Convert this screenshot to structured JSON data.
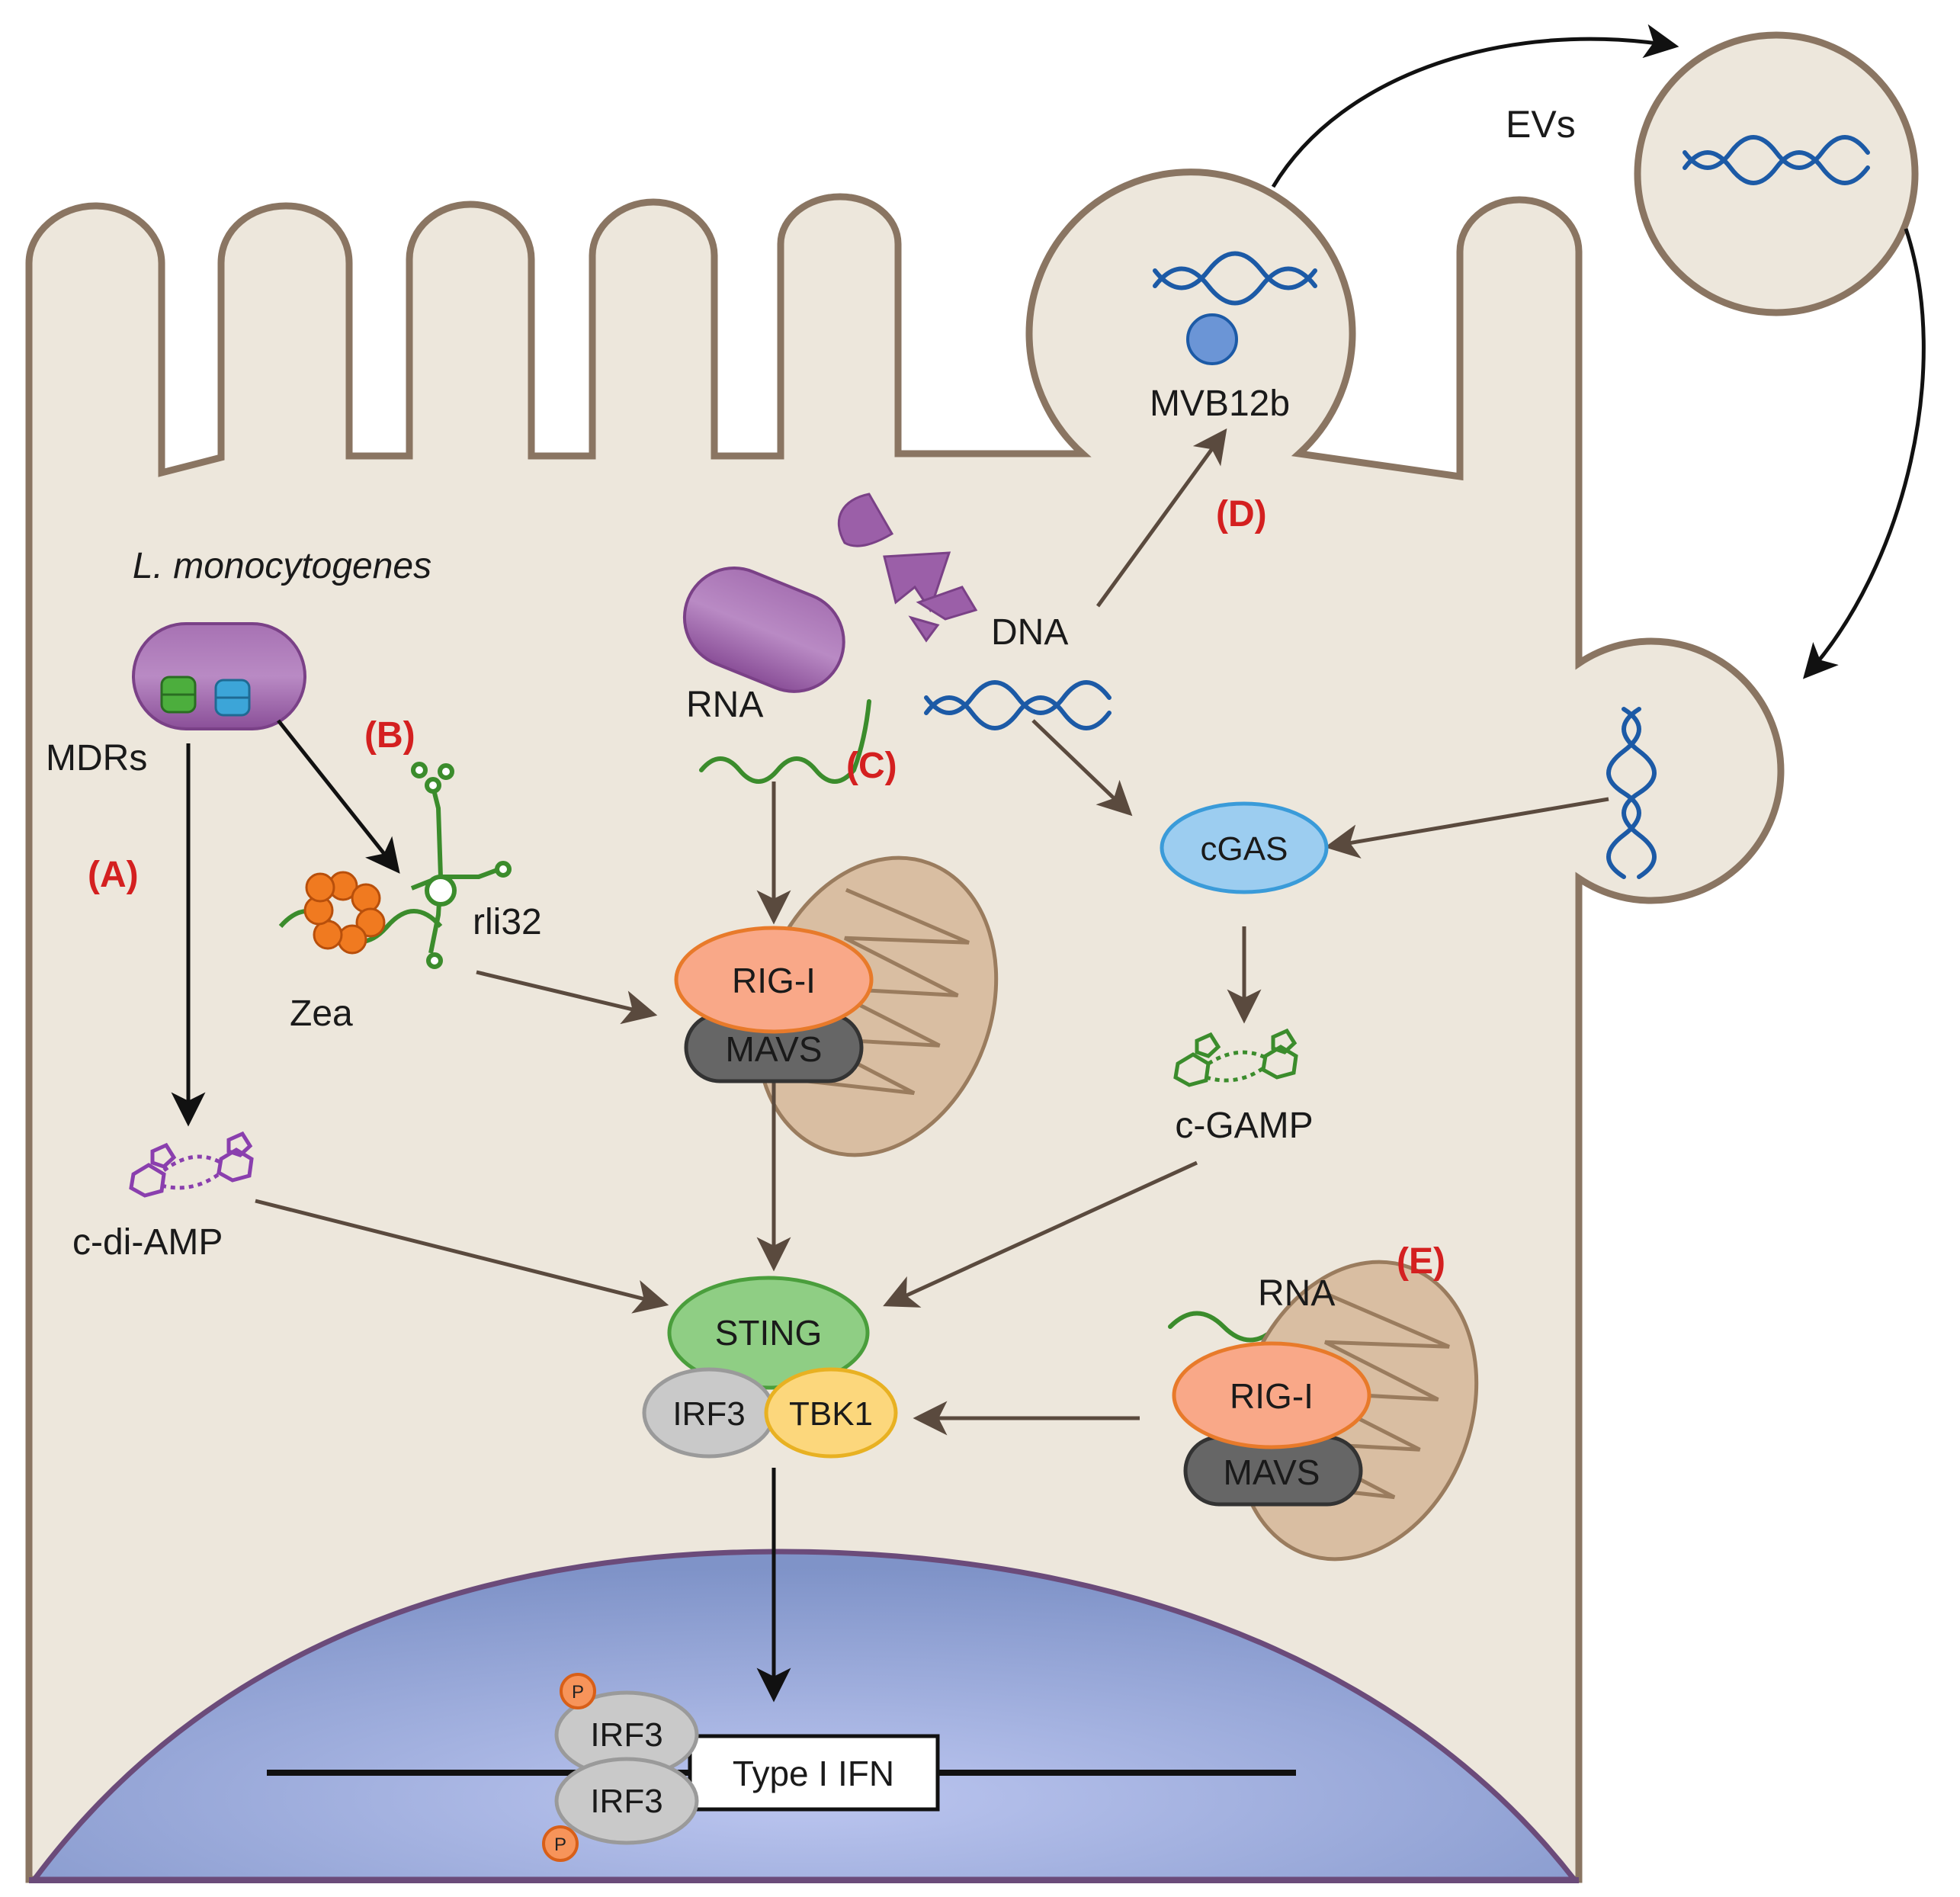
{
  "labels": {
    "organism": "L. monocytogenes",
    "mdrs": "MDRs",
    "zea": "Zea",
    "rli32": "rli32",
    "c_di_amp": "c-di-AMP",
    "rna_c": "RNA",
    "dna": "DNA",
    "mvb12b": "MVB12b",
    "evs": "EVs",
    "cgas": "cGAS",
    "c_gamp": "c-GAMP",
    "rig_i": "RIG-I",
    "mavs": "MAVS",
    "sting": "STING",
    "irf3": "IRF3",
    "tbk1": "TBK1",
    "rna_e": "RNA",
    "rig_i_e": "RIG-I",
    "mavs_e": "MAVS",
    "irf3_p1": "IRF3",
    "irf3_p2": "IRF3",
    "type_i_ifn": "Type I IFN",
    "phospho": "P",
    "phospho2": "P"
  },
  "steps": {
    "a": "(A)",
    "b": "(B)",
    "c": "(C)",
    "d": "(D)",
    "e": "(E)"
  },
  "colors": {
    "cytoplasm": "#ede7dc",
    "membrane": "#8a7562",
    "bacteria": "#9b5fa8",
    "nucleus": "#a4b2e0",
    "rig_i": "#f9a888",
    "sting": "#8fce84",
    "tbk1": "#fcd77c",
    "irf3": "#c9c9c9",
    "cgas": "#9ccdf0",
    "mitochondria": "#d9bea2",
    "dna": "#1c5aa6",
    "rna": "#3b8c2c",
    "step_label": "#d42020"
  }
}
